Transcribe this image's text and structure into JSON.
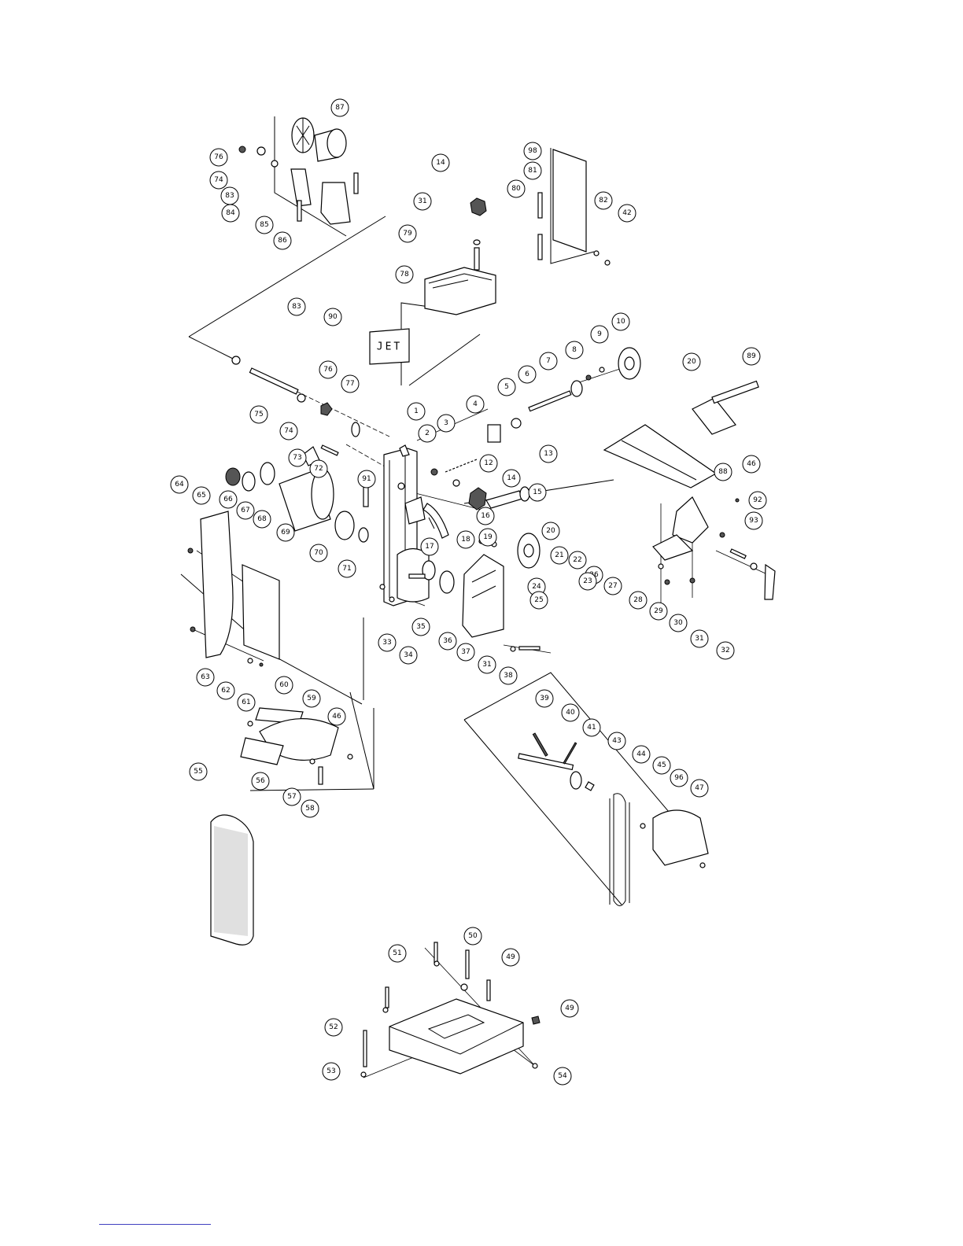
{
  "diagram": {
    "logo_text": "JET",
    "callouts": [
      {
        "id": "87"
      },
      {
        "id": "76"
      },
      {
        "id": "74"
      },
      {
        "id": "83"
      },
      {
        "id": "84"
      },
      {
        "id": "85"
      },
      {
        "id": "86"
      },
      {
        "id": "14"
      },
      {
        "id": "31"
      },
      {
        "id": "79"
      },
      {
        "id": "78"
      },
      {
        "id": "98"
      },
      {
        "id": "81"
      },
      {
        "id": "80"
      },
      {
        "id": "82"
      },
      {
        "id": "42"
      },
      {
        "id": "83"
      },
      {
        "id": "90"
      },
      {
        "id": "10"
      },
      {
        "id": "9"
      },
      {
        "id": "8"
      },
      {
        "id": "7"
      },
      {
        "id": "6"
      },
      {
        "id": "5"
      },
      {
        "id": "4"
      },
      {
        "id": "20"
      },
      {
        "id": "89"
      },
      {
        "id": "76"
      },
      {
        "id": "77"
      },
      {
        "id": "75"
      },
      {
        "id": "74"
      },
      {
        "id": "1"
      },
      {
        "id": "2"
      },
      {
        "id": "3"
      },
      {
        "id": "73"
      },
      {
        "id": "72"
      },
      {
        "id": "12"
      },
      {
        "id": "13"
      },
      {
        "id": "88"
      },
      {
        "id": "46"
      },
      {
        "id": "92"
      },
      {
        "id": "93"
      },
      {
        "id": "64"
      },
      {
        "id": "65"
      },
      {
        "id": "66"
      },
      {
        "id": "67"
      },
      {
        "id": "68"
      },
      {
        "id": "69"
      },
      {
        "id": "91"
      },
      {
        "id": "14"
      },
      {
        "id": "15"
      },
      {
        "id": "16"
      },
      {
        "id": "70"
      },
      {
        "id": "71"
      },
      {
        "id": "17"
      },
      {
        "id": "18"
      },
      {
        "id": "19"
      },
      {
        "id": "20"
      },
      {
        "id": "21"
      },
      {
        "id": "22"
      },
      {
        "id": "26"
      },
      {
        "id": "23"
      },
      {
        "id": "24"
      },
      {
        "id": "25"
      },
      {
        "id": "27"
      },
      {
        "id": "28"
      },
      {
        "id": "29"
      },
      {
        "id": "30"
      },
      {
        "id": "31"
      },
      {
        "id": "32"
      },
      {
        "id": "35"
      },
      {
        "id": "36"
      },
      {
        "id": "37"
      },
      {
        "id": "33"
      },
      {
        "id": "34"
      },
      {
        "id": "31"
      },
      {
        "id": "38"
      },
      {
        "id": "63"
      },
      {
        "id": "62"
      },
      {
        "id": "61"
      },
      {
        "id": "60"
      },
      {
        "id": "59"
      },
      {
        "id": "46"
      },
      {
        "id": "56"
      },
      {
        "id": "57"
      },
      {
        "id": "58"
      },
      {
        "id": "39"
      },
      {
        "id": "40"
      },
      {
        "id": "41"
      },
      {
        "id": "43"
      },
      {
        "id": "44"
      },
      {
        "id": "45"
      },
      {
        "id": "96"
      },
      {
        "id": "47"
      },
      {
        "id": "55"
      },
      {
        "id": "50"
      },
      {
        "id": "51"
      },
      {
        "id": "49"
      },
      {
        "id": "52"
      },
      {
        "id": "49"
      },
      {
        "id": "53"
      },
      {
        "id": "54"
      }
    ]
  }
}
